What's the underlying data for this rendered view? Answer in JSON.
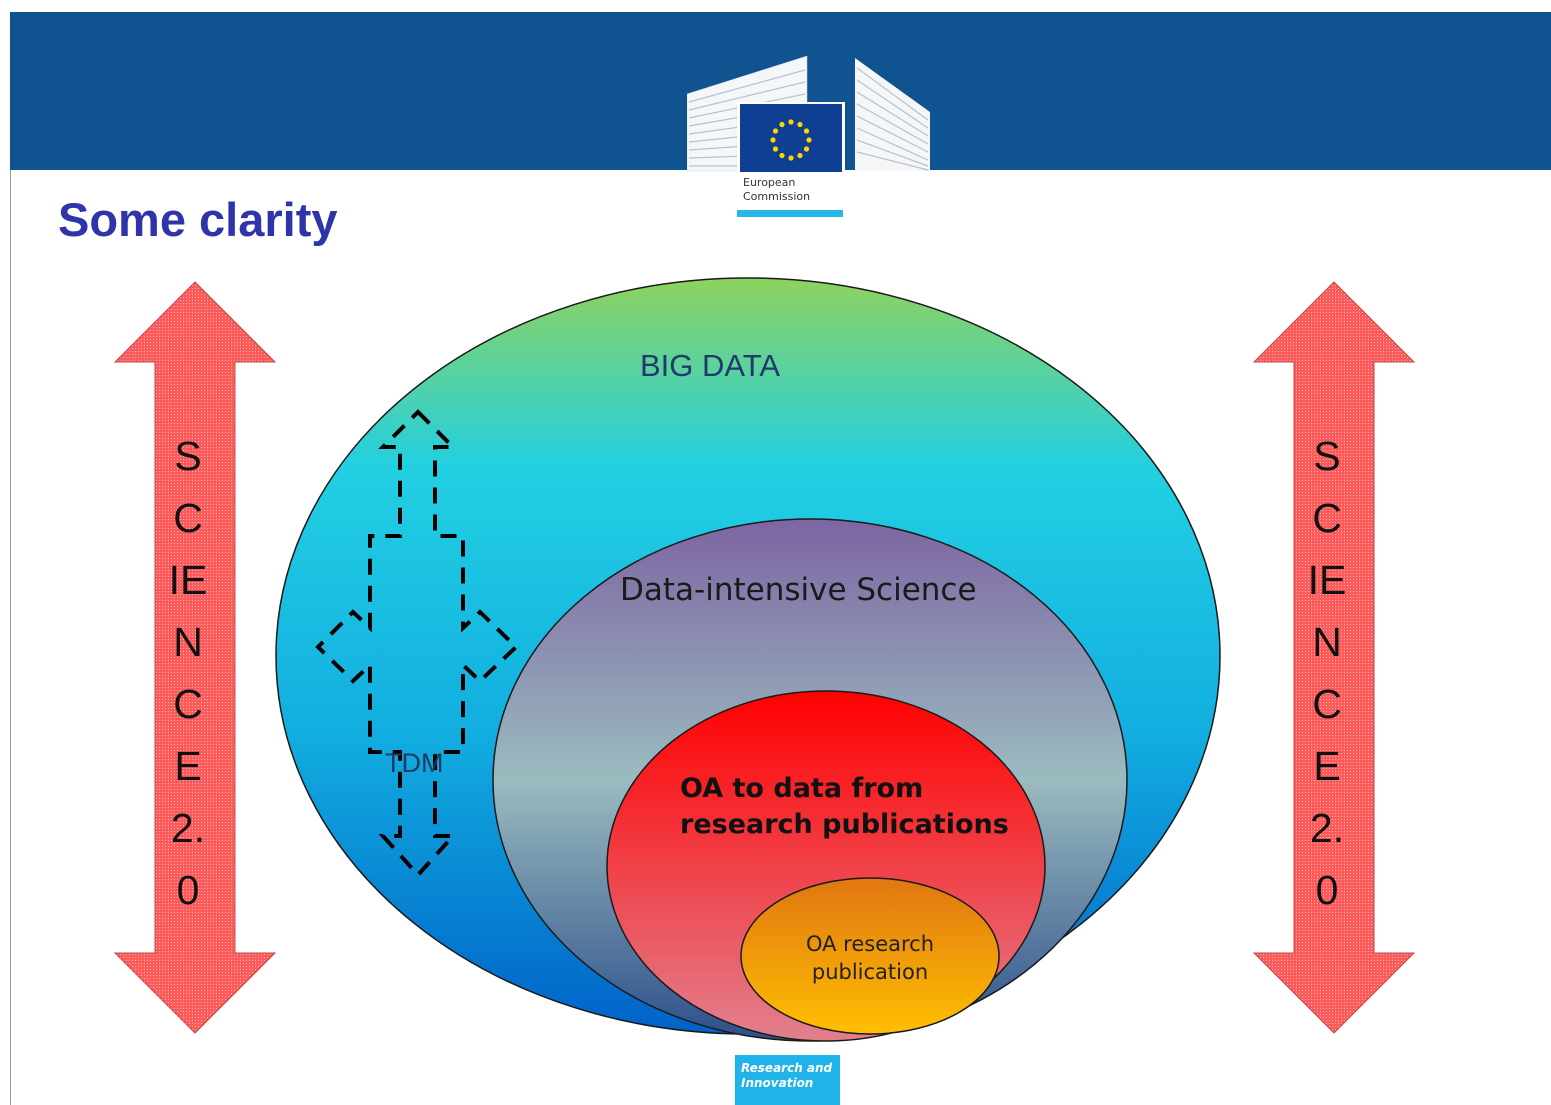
{
  "slide": {
    "title": "Some clarity",
    "header_color": "#0f5490",
    "title_color": "#2f35a8"
  },
  "logo": {
    "line1": "European",
    "line2": "Commission",
    "icon": "eu-flag-icon"
  },
  "diagram": {
    "outer_label": "BIG DATA",
    "middle_label": "Data-intensive Science",
    "inner_label": "OA to data from research publications",
    "core_label": "OA research publication",
    "crossing_arrow_label": "TDM",
    "side_arrow_letters": [
      "S",
      "C",
      "IE",
      "N",
      "C",
      "E",
      "2.",
      "0"
    ],
    "colors": {
      "big_data_top": "#8ed35e",
      "big_data_mid": "#22d0e2",
      "big_data_bottom": "#0062c8",
      "science_top": "#7d65a2",
      "science_mid": "#9bbbbf",
      "science_bottom": "#2c4f8a",
      "oa_data_top": "#ff0000",
      "oa_data_bottom": "#e2808e",
      "oa_pub_top": "#e07612",
      "oa_pub_bottom": "#ffbf00",
      "side_arrow": "#ff5050"
    }
  },
  "footer": {
    "line1": "Research and",
    "line2": "Innovation"
  }
}
